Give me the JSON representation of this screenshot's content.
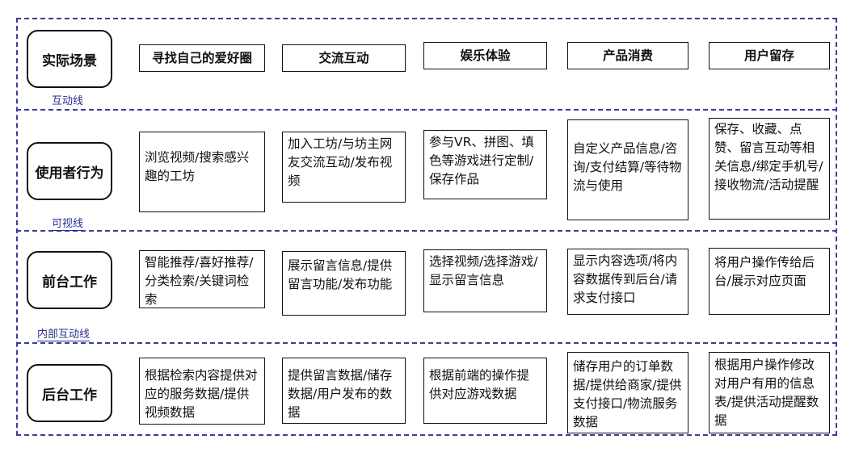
{
  "rows": [
    {
      "id": "scene",
      "title": "实际场景"
    },
    {
      "id": "user",
      "title": "使用者行为"
    },
    {
      "id": "front",
      "title": "前台工作"
    },
    {
      "id": "back",
      "title": "后台工作"
    }
  ],
  "lines": {
    "interaction": "互动线",
    "visibility": "可视线",
    "internal": "内部互动线"
  },
  "columns": [
    {
      "scene": "寻找自己的爱好圈",
      "user": "浏览视频/搜索感兴趣的工坊",
      "front": "智能推荐/喜好推荐/分类检索/关键词检索",
      "back": "根据检索内容提供对应的服务数据/提供视频数据"
    },
    {
      "scene": "交流互动",
      "user": "加入工坊/与坊主网友交流互动/发布视频",
      "front": "展示留言信息/提供留言功能/发布功能",
      "back": "提供留言数据/储存数据/用户发布的数据"
    },
    {
      "scene": "娱乐体验",
      "user": "参与VR、拼图、填色等游戏进行定制/保存作品",
      "front": "选择视频/选择游戏/显示留言信息",
      "back": "根据前端的操作提供对应游戏数据"
    },
    {
      "scene": "产品消费",
      "user": "自定义产品信息/咨询/支付结算/等待物流与使用",
      "front": "显示内容选项/将内容数据传到后台/请求支付接口",
      "back": "储存用户的订单数据/提供给商家/提供支付接口/物流服务数据"
    },
    {
      "scene": "用户留存",
      "user": "保存、收藏、点赞、留言互动等相关信息/绑定手机号/接收物流/活动提醒",
      "front": "将用户操作传给后台/展示对应页面",
      "back": "根据用户操作修改对用户有用的信息表/提供活动提醒数据"
    }
  ]
}
